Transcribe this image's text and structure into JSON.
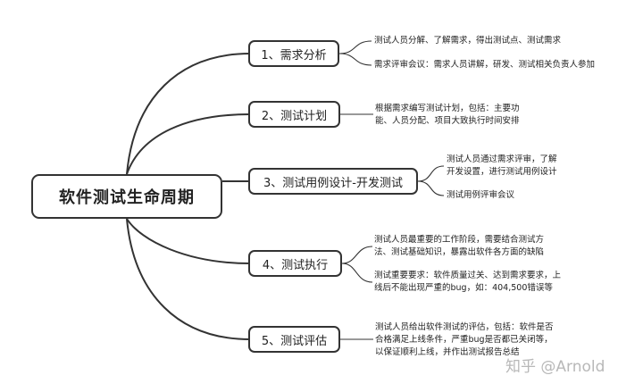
{
  "root": {
    "label": "软件测试生命周期"
  },
  "topics": [
    {
      "label": "1、需求分析",
      "notes": [
        [
          "测试人员分解、了解需求，得出测试点、测试需求"
        ],
        [
          "需求评审会议：需求人员讲解，研发、测试相关负责人参加"
        ]
      ]
    },
    {
      "label": "2、测试计划",
      "notes": [
        [
          "根据需求编写测试计划，包括：主要功",
          "能、人员分配、项目大致执行时间安排"
        ]
      ]
    },
    {
      "label": "3、测试用例设计-开发测试",
      "notes": [
        [
          "测试人员通过需求评审，了解",
          "开发设置，进行测试用例设计"
        ],
        [
          "测试用例评审会议"
        ]
      ]
    },
    {
      "label": "4、测试执行",
      "notes": [
        [
          "测试人员最重要的工作阶段，需要结合测试方",
          "法、测试基础知识，暴露出软件各方面的缺陷"
        ],
        [
          "测试重要要求：软件质量过关、达到需求要求，上",
          "线后不能出现严重的bug，如：404,500错误等"
        ]
      ]
    },
    {
      "label": "5、测试评估",
      "notes": [
        [
          "测试人员给出软件测试的评估，包括：软件是否",
          "合格满足上线条件，严重bug是否都已关闭等，",
          "以保证顺利上线，并作出测试报告总结"
        ]
      ]
    }
  ],
  "watermark": "知乎 @Arnold"
}
